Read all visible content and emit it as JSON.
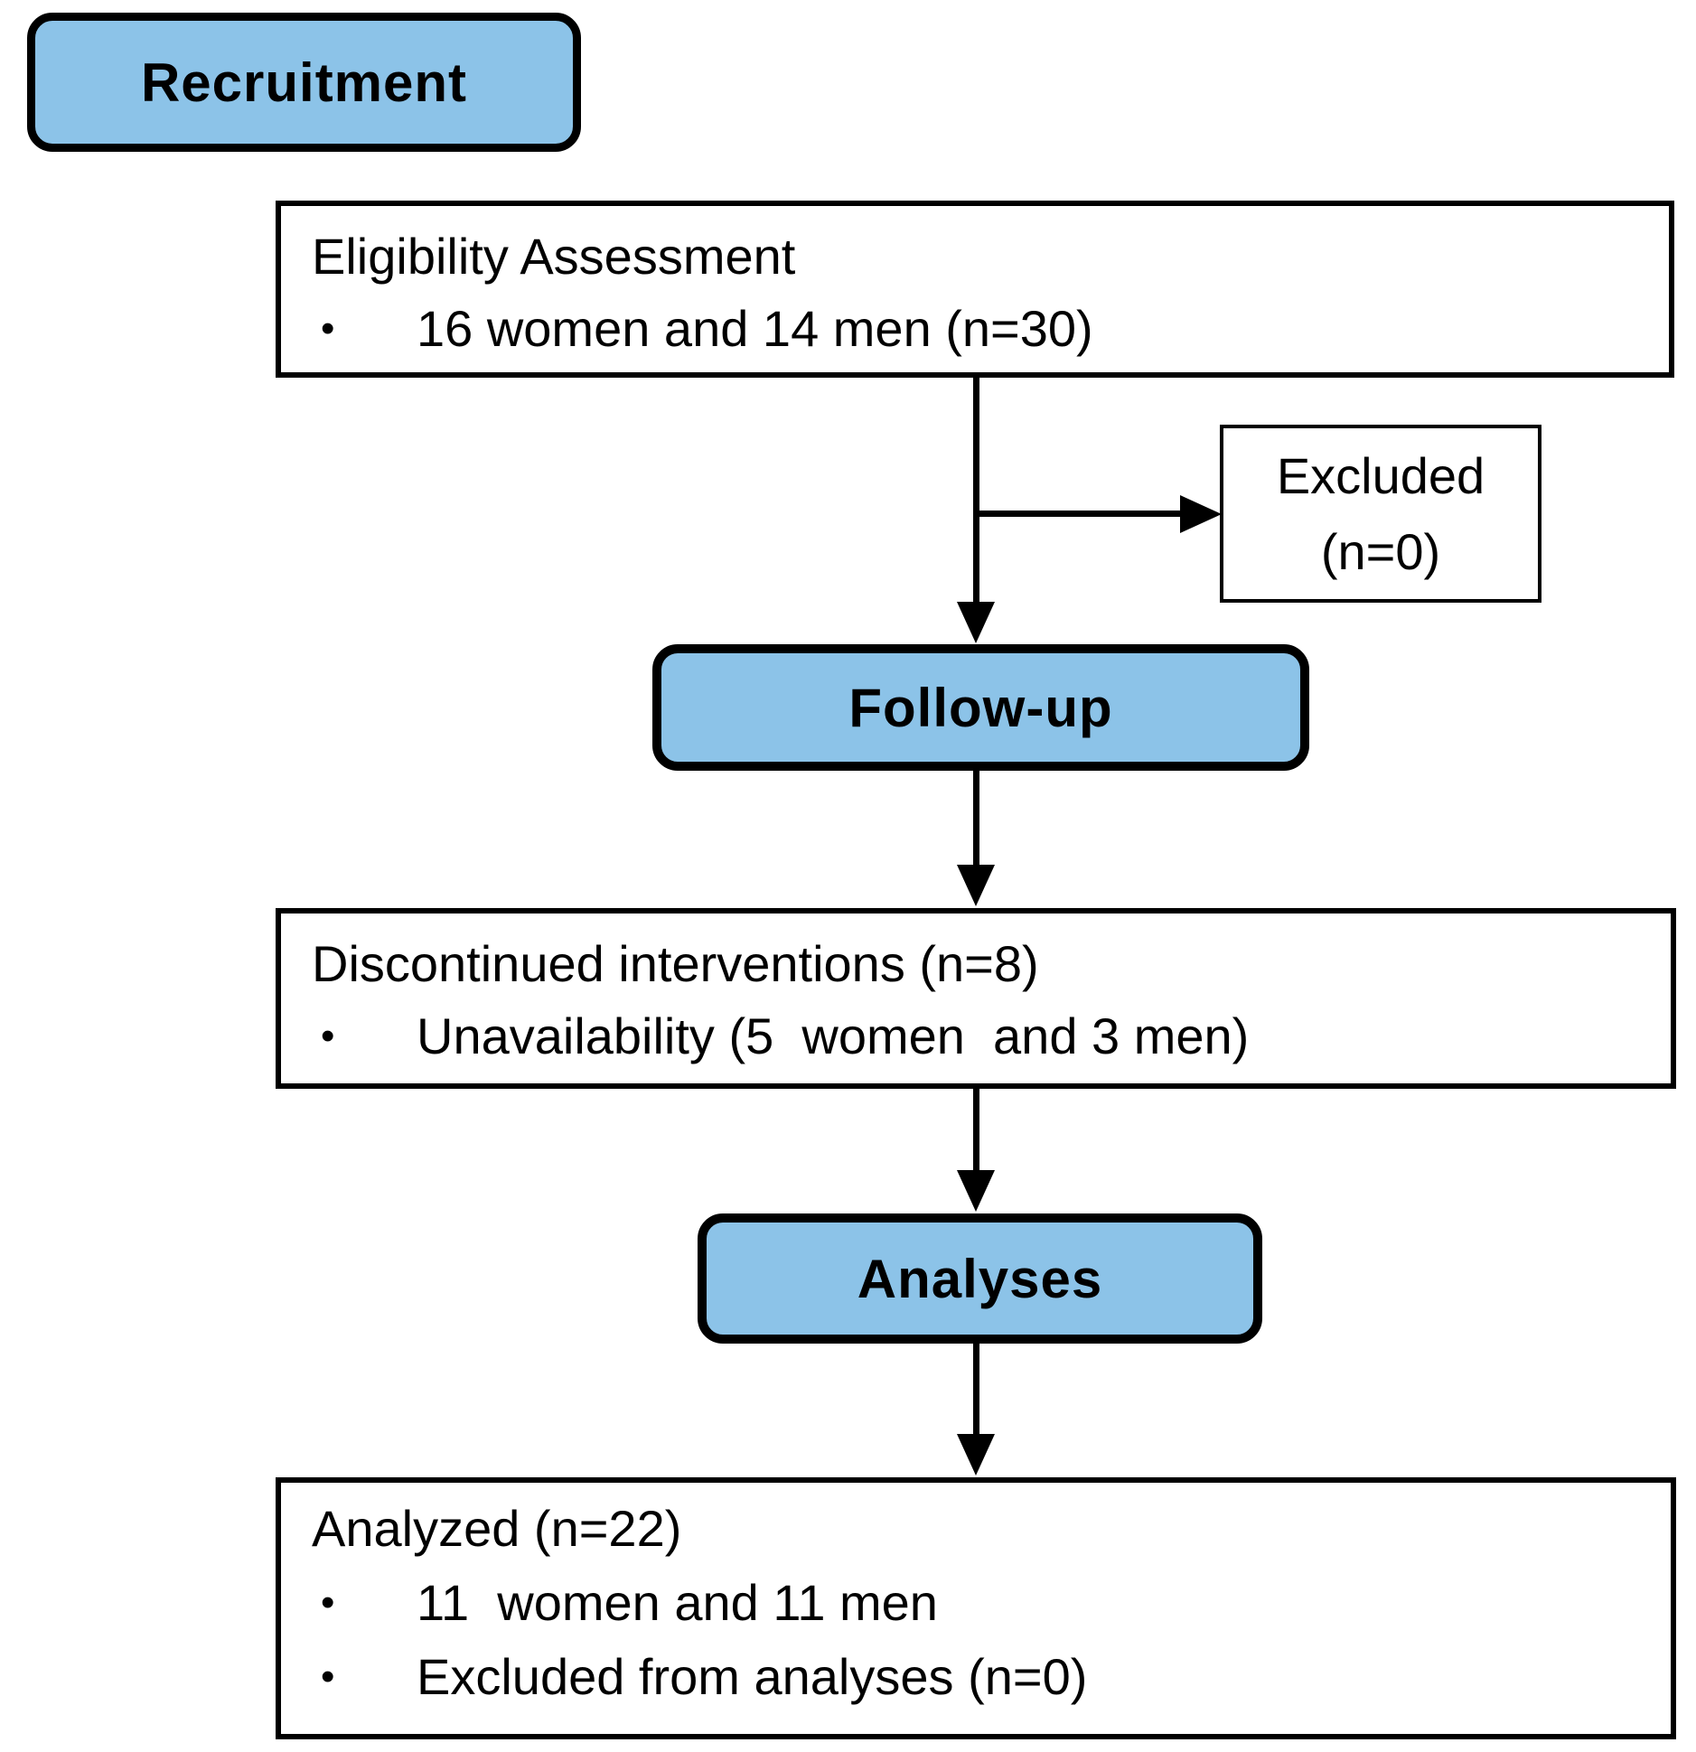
{
  "diagram": {
    "type": "flowchart",
    "topic": "Participant recruitment flow",
    "colors": {
      "stage_fill": "#8cc3e8",
      "border": "#000000",
      "background": "#ffffff",
      "text": "#000000"
    },
    "bullet_glyph": "•",
    "stages": {
      "recruitment": {
        "label": "Recruitment"
      },
      "followup": {
        "label": "Follow-up"
      },
      "analyses": {
        "label": "Analyses"
      }
    },
    "boxes": {
      "eligibility": {
        "title": "Eligibility Assessment",
        "bullets": [
          "16 women and 14 men (n=30)"
        ]
      },
      "excluded": {
        "line1": "Excluded",
        "line2": "(n=0)"
      },
      "discontinued": {
        "title": "Discontinued interventions (n=8)",
        "bullets": [
          "Unavailability (5  women  and 3 men)"
        ]
      },
      "analyzed": {
        "title": "Analyzed (n=22)",
        "bullets": [
          "11  women and 11 men",
          "Excluded from analyses (n=0)"
        ]
      }
    }
  }
}
